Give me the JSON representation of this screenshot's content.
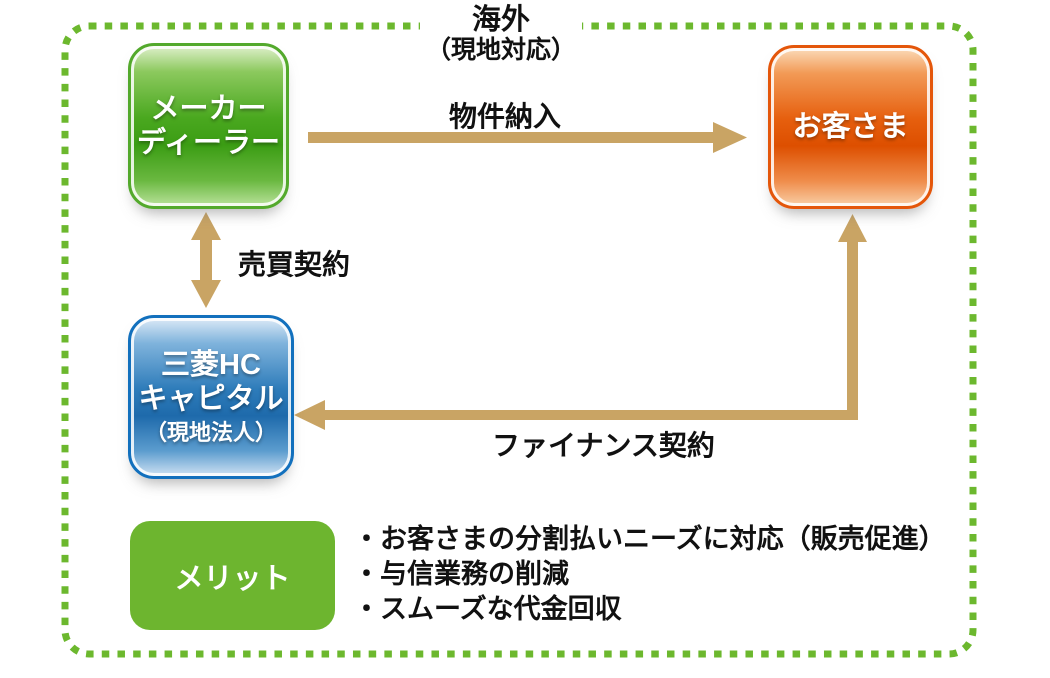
{
  "diagram": {
    "region_label": {
      "line1": "海外",
      "line2": "（現地対応）"
    },
    "nodes": {
      "maker": {
        "line1": "メーカー",
        "line2": "ディーラー"
      },
      "customer": {
        "label": "お客さま"
      },
      "mhc": {
        "line1": "三菱HC",
        "line2": "キャピタル",
        "line3": "（現地法人）"
      }
    },
    "arrows": {
      "delivery": {
        "label": "物件納入",
        "direction": "maker→customer"
      },
      "sales_contract": {
        "label": "売買契約",
        "direction": "maker↔mhc"
      },
      "finance_contract": {
        "label": "ファイナンス契約",
        "direction": "mhc↔customer"
      }
    },
    "merits": {
      "title": "メリット",
      "items": [
        "・お客さまの分割払いニーズに対応（販売促進）",
        "・与信業務の削減",
        "・スムーズな代金回収"
      ]
    },
    "colors": {
      "boundary_green": "#6cb82e",
      "arrow_tan": "#c9a464",
      "maker_green": "#3f9d18",
      "customer_orange": "#dd4f00",
      "mhc_blue": "#1b6fb5",
      "merit_green": "#6db52f"
    }
  }
}
